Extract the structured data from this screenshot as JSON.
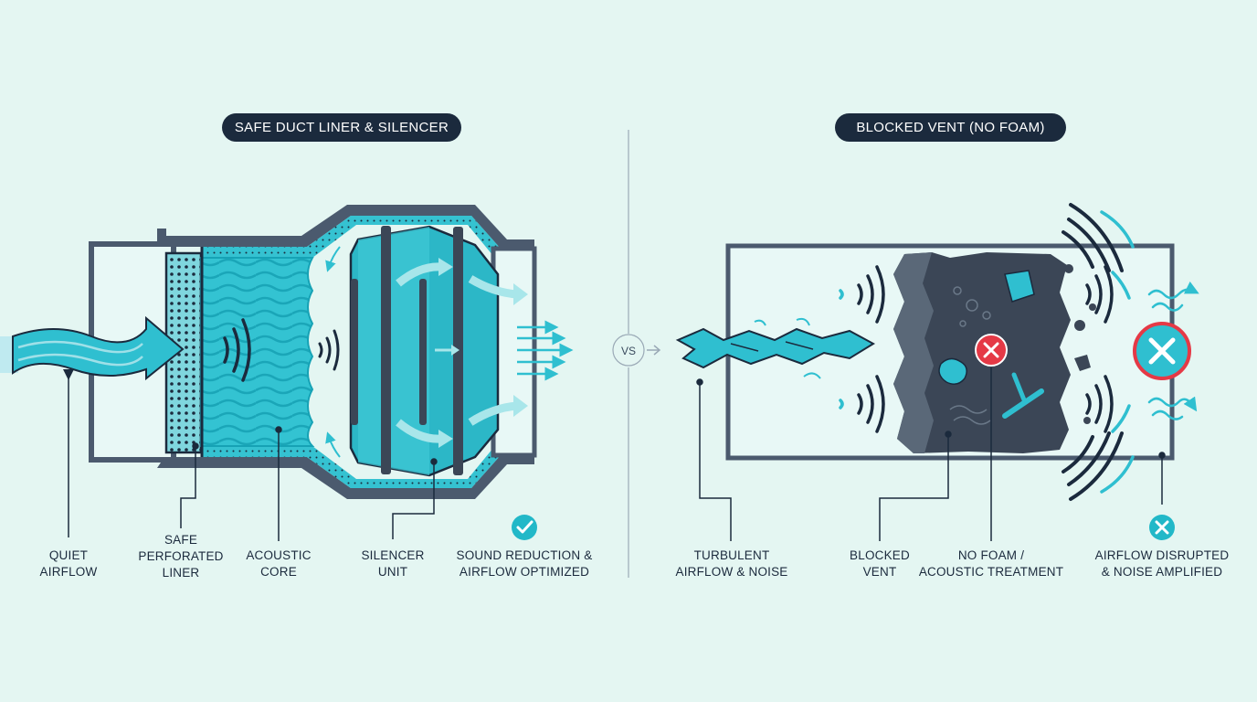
{
  "left_panel": {
    "title": "SAFE DUCT LINER & SILENCER",
    "labels": [
      {
        "lines": [
          "QUIET",
          "AIRFLOW"
        ]
      },
      {
        "lines": [
          "SAFE",
          "PERFORATED",
          "LINER"
        ]
      },
      {
        "lines": [
          "ACOUSTIC",
          "CORE"
        ]
      },
      {
        "lines": [
          "SILENCER",
          "UNIT"
        ]
      },
      {
        "lines": [
          "SOUND REDUCTION &",
          "AIRFLOW OPTIMIZED"
        ]
      }
    ]
  },
  "divider": {
    "label": "VS"
  },
  "right_panel": {
    "title": "BLOCKED VENT (NO FOAM)",
    "labels": [
      {
        "lines": [
          "TURBULENT",
          "AIRFLOW & NOISE"
        ]
      },
      {
        "lines": [
          "BLOCKED",
          "VENT"
        ]
      },
      {
        "lines": [
          "NO FOAM /",
          "ACOUSTIC TREATMENT"
        ]
      },
      {
        "lines": [
          "AIRFLOW DISRUPTED",
          "& NOISE AMPLIFIED"
        ]
      }
    ]
  },
  "colors": {
    "background": "#e4f6f2",
    "navy": "#1b2a3d",
    "teal": "#2fbfd0",
    "teal_dark": "#16a2b5",
    "slate": "#4b5a6e",
    "debris": "#3b4656",
    "error_red": "#e53946",
    "success_teal": "#22b8c8"
  }
}
